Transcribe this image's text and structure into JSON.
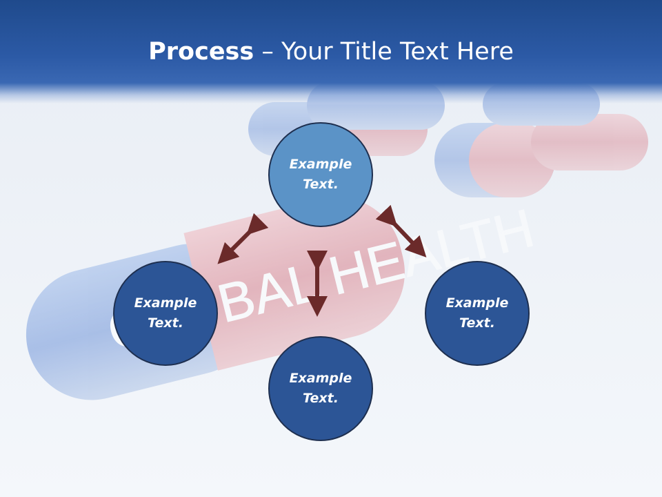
{
  "slide": {
    "title_bold": "Process",
    "title_rest": " – Your Title Text Here"
  },
  "background": {
    "label_text": "GLOBAL HEALTH",
    "header_color": "#2c5aa6",
    "capsule_blue": "#6e95d6",
    "capsule_red": "#d98a94"
  },
  "diagram": {
    "nodes": [
      {
        "id": "top",
        "text": "Example Text.",
        "color": "#5b93c7"
      },
      {
        "id": "left",
        "text": "Example Text.",
        "color": "#2c5596"
      },
      {
        "id": "bottom",
        "text": "Example Text.",
        "color": "#2c5596"
      },
      {
        "id": "right",
        "text": "Example Text.",
        "color": "#2c5596"
      }
    ],
    "arrow_color": "#6b2a2a"
  }
}
